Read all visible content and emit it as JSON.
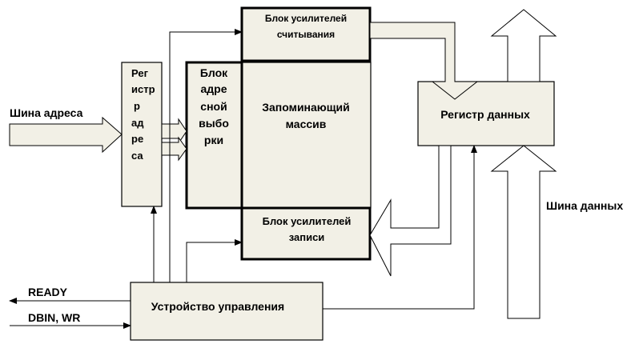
{
  "labels": {
    "address_bus": "Шина адреса",
    "data_bus": "Шина данных",
    "ready": "READY",
    "dbin_wr": "DBIN, WR"
  },
  "blocks": {
    "address_register": [
      "Рег",
      "истр",
      "р",
      "ад",
      "ре",
      "са"
    ],
    "address_select": [
      "Блок",
      "адре",
      "сной",
      "выбо",
      "рки"
    ],
    "read_amp": [
      "Блок усилителей",
      "считывания"
    ],
    "memory_array": [
      "Запоминающий",
      "массив"
    ],
    "data_register": "Регистр данных",
    "write_amp": [
      "Блок усилителей",
      "записи"
    ],
    "control_unit": "Устройство  управления"
  },
  "colors": {
    "block_fill": "#f2f0e6",
    "line": "#000000"
  }
}
